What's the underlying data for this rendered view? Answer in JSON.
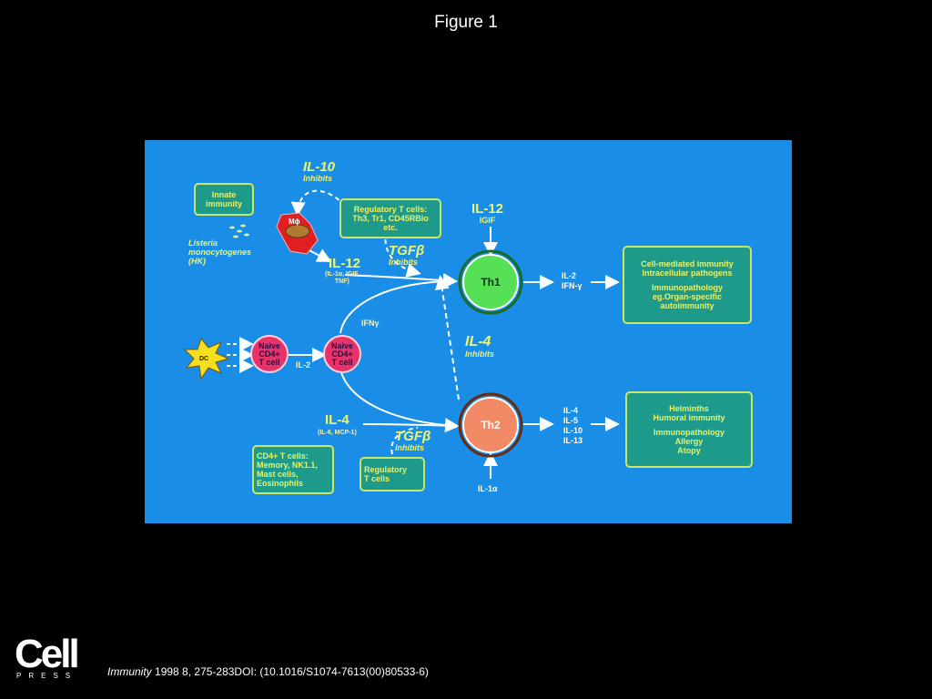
{
  "figure_title": "Figure 1",
  "diagram": {
    "innate_box": [
      "Innate",
      "immunity"
    ],
    "listeria": [
      "Listeria",
      "monocytogenes",
      "(HK)"
    ],
    "il10": {
      "name": "IL-10",
      "sub": "Inhibits"
    },
    "mphi": "Mϕ",
    "reg_box1": [
      "Regulatory T cells:",
      "Th3, Tr1, CD45RBlo",
      "etc."
    ],
    "il12_top": {
      "name": "IL-12",
      "sub": "IGIF"
    },
    "il12_mid": {
      "name": "IL-12",
      "sub": [
        "(IL-1α, IGIF,",
        "TNF)"
      ]
    },
    "tgfb1": {
      "name": "TGFβ",
      "sub": "Inhibits"
    },
    "th1": "Th1",
    "th1_out": [
      "IL-2",
      "IFN-γ"
    ],
    "th1_box": [
      "Cell-mediated immunity",
      "Intracellular pathogens",
      "",
      "Immunopathology",
      "eg.Organ-specific",
      "autoimmunity"
    ],
    "ifng": "IFNγ",
    "dc": "DC",
    "naive1": [
      "Naive",
      "CD4+",
      "T cell"
    ],
    "naive2": [
      "Naive",
      "CD4+",
      "T cell"
    ],
    "il2": "IL-2",
    "il4_mid": {
      "name": "IL-4",
      "sub": "Inhibits"
    },
    "il4_low": {
      "name": "IL-4",
      "sub": "(IL-6, MCP-1)"
    },
    "tgfb2": {
      "name": "TGFβ",
      "sub": "Inhibits"
    },
    "th2": "Th2",
    "th2_out": [
      "IL-4",
      "IL-5",
      "IL-10",
      "IL-13"
    ],
    "th2_box": [
      "Helminths",
      "Humoral immunity",
      "",
      "Immunopathology",
      "Allergy",
      "Atopy"
    ],
    "cd4_box": [
      "CD4+ T cells:",
      "Memory, NK1.1,",
      "Mast cells,",
      "Eosinophils"
    ],
    "reg_box2": [
      "Regulatory",
      "T cells"
    ],
    "il1a": "IL-1α"
  },
  "footer": {
    "journal": "Immunity",
    "citation": " 1998 8, 275-283DOI: (10.1016/S1074-7613(00)80533-6)"
  },
  "logo": {
    "main": "Cell",
    "sub": "PRESS"
  },
  "colors": {
    "panel": "#1a8de6",
    "box_fill": "#1e9a8a",
    "box_text": "#e8f36a",
    "th1_fill": "#55e055",
    "th2_fill": "#f28a66",
    "naive_fill": "#e8336a"
  }
}
